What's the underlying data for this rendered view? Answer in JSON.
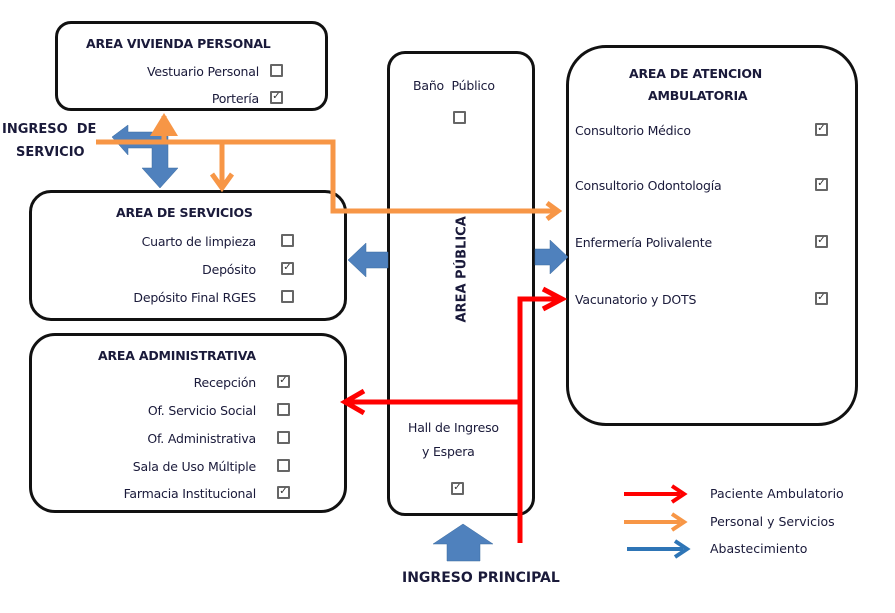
{
  "areas": {
    "vivienda": {
      "title": "AREA VIVIENDA PERSONAL",
      "items": [
        {
          "label": "Vestuario Personal",
          "checked": false
        },
        {
          "label": "Portería",
          "checked": true
        }
      ]
    },
    "servicios": {
      "title": "AREA DE SERVICIOS",
      "items": [
        {
          "label": "Cuarto de limpieza",
          "checked": false
        },
        {
          "label": "Depósito",
          "checked": true
        },
        {
          "label": "Depósito Final RGES",
          "checked": false
        }
      ]
    },
    "administrativa": {
      "title": "AREA ADMINISTRATIVA",
      "items": [
        {
          "label": "Recepción",
          "checked": true
        },
        {
          "label": "Of. Servicio Social",
          "checked": false
        },
        {
          "label": "Of. Administrativa",
          "checked": false
        },
        {
          "label": "Sala de Uso Múltiple",
          "checked": false
        },
        {
          "label": "Farmacia Institucional",
          "checked": true
        }
      ]
    },
    "publica": {
      "title": "AREA PÚBLICA",
      "bano": {
        "label": "Baño  Público",
        "checked": false
      },
      "hall": {
        "label_line1": "Hall de Ingreso",
        "label_line2": "y Espera",
        "checked": true
      }
    },
    "ambulatoria": {
      "title_line1": "AREA DE ATENCION",
      "title_line2": "AMBULATORIA",
      "items": [
        {
          "label": "Consultorio Médico",
          "checked": true
        },
        {
          "label": "Consultorio Odontología",
          "checked": true
        },
        {
          "label": "Enfermería Polivalente",
          "checked": true
        },
        {
          "label": "Vacunatorio y DOTS",
          "checked": true
        }
      ]
    }
  },
  "entrances": {
    "servicio_line1": "INGRESO  DE",
    "servicio_line2": "SERVICIO",
    "principal": "INGRESO PRINCIPAL"
  },
  "legend": [
    {
      "label": "Paciente Ambulatorio",
      "color": "#ff0000"
    },
    {
      "label": "Personal y Servicios",
      "color": "#f79646"
    },
    {
      "label": "Abastecimiento",
      "color": "#2e75b6"
    }
  ],
  "colors": {
    "patient_flow": "#ff0000",
    "staff_flow": "#f79646",
    "supply_flow": "#4f81bd",
    "check_mark": "✓"
  }
}
